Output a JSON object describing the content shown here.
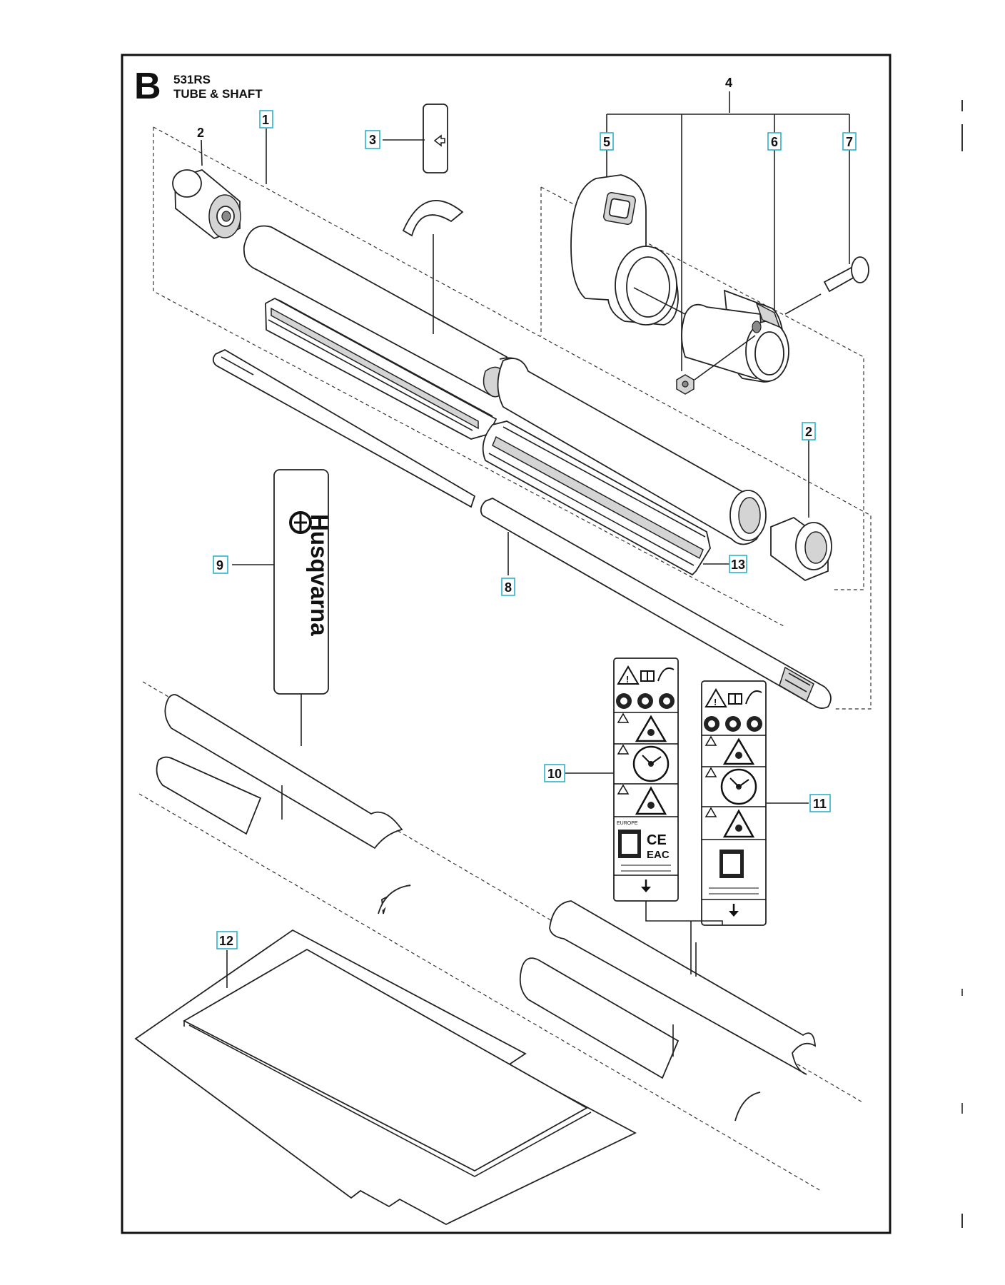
{
  "header": {
    "section_letter": "B",
    "model": "531RS",
    "title": "TUBE & SHAFT"
  },
  "logo_text": "Husqvarna",
  "callouts": {
    "c1": "1",
    "c2a": "2",
    "c2b": "2",
    "c3": "3",
    "c4": "4",
    "c5": "5",
    "c6": "6",
    "c7": "7",
    "c8": "8",
    "c9": "9",
    "c10": "10",
    "c11": "11",
    "c12": "12",
    "c13": "13"
  },
  "decals": {
    "europe_label": "EUROPE",
    "ce_mark": "CE",
    "eac_mark": "EAC"
  },
  "colors": {
    "frame": "#111111",
    "callout_border": "#2fb0c8",
    "decal_dark": "#222222"
  }
}
